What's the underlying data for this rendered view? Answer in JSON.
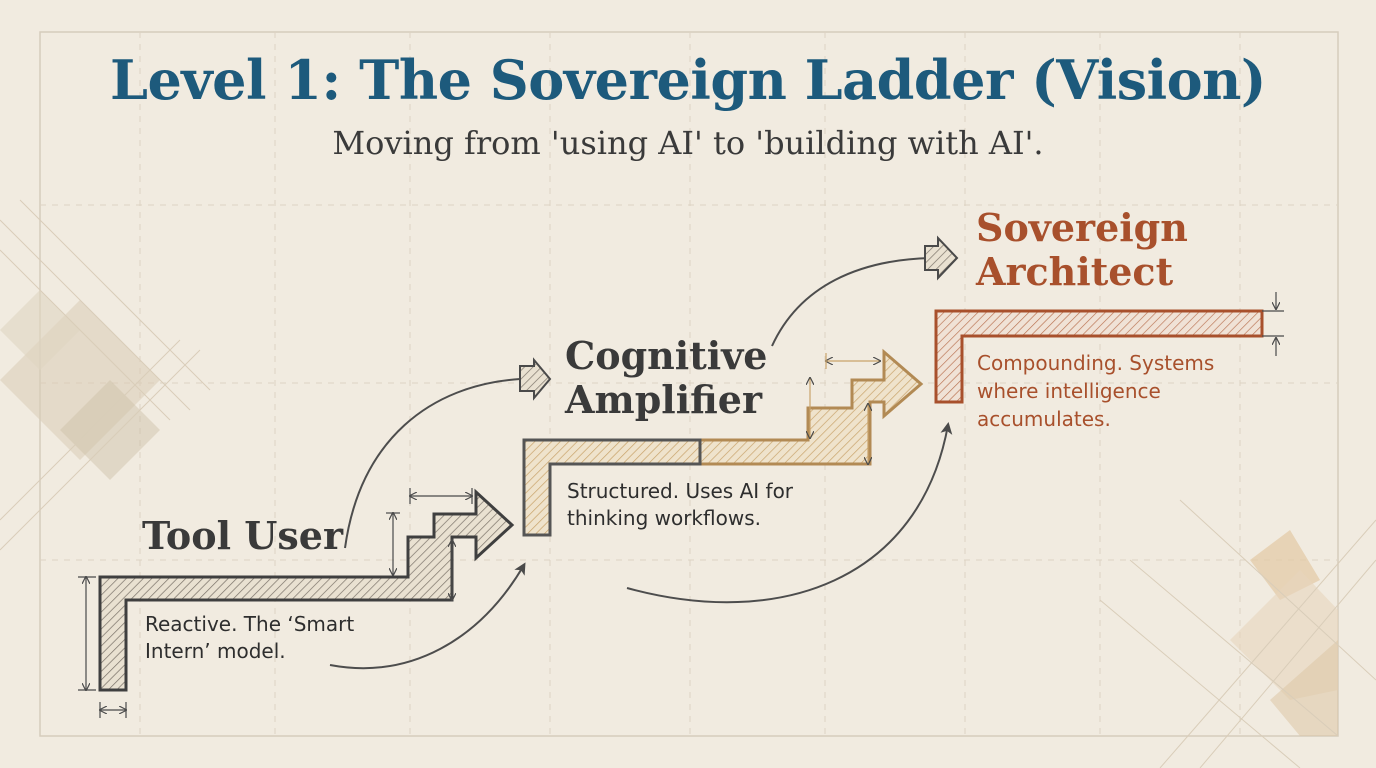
{
  "header": {
    "title": "Level 1: The Sovereign Ladder (Vision)",
    "subtitle": "Moving from 'using AI' to 'building with AI'."
  },
  "stages": [
    {
      "title_line1": "Tool User",
      "title_line2": "",
      "desc_line1": "Reactive. The ‘Smart",
      "desc_line2": "Intern’ model.",
      "desc_line3": ""
    },
    {
      "title_line1": "Cognitive",
      "title_line2": "Amplifier",
      "desc_line1": "Structured. Uses AI for",
      "desc_line2": "thinking workflows.",
      "desc_line3": ""
    },
    {
      "title_line1": "Sovereign",
      "title_line2": "Architect",
      "desc_line1": "Compounding. Systems",
      "desc_line2": "where intelligence",
      "desc_line3": "accumulates."
    }
  ],
  "colors": {
    "background": "#f1ebe0",
    "title": "#1d5a7c",
    "ink": "#3a3a3a",
    "gold": "#c9a36a",
    "rust": "#a8502c"
  }
}
